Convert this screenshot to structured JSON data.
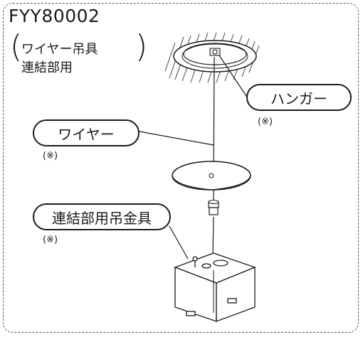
{
  "model_code": "FYY80002",
  "subtitle": {
    "paren_open": "(",
    "line1": "ワイヤー吊具",
    "line2": "連結部用",
    "paren_close": ")"
  },
  "callouts": {
    "hanger": {
      "label": "ハンガー",
      "note": "(※)"
    },
    "wire": {
      "label": "ワイヤー",
      "note": "(※)"
    },
    "bracket": {
      "label": "連結部用吊金具",
      "note": "(※)"
    }
  }
}
